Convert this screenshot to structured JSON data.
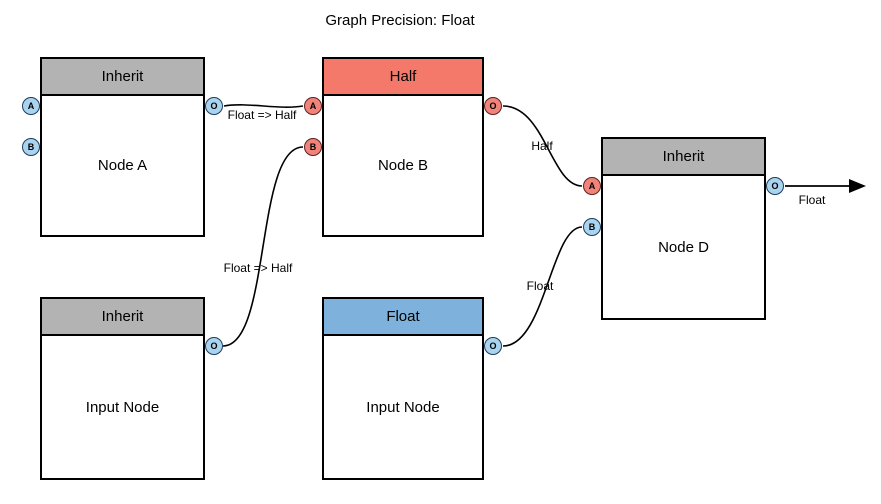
{
  "title": "Graph Precision: Float",
  "colors": {
    "inherit_header": "#b3b3b3",
    "half_header": "#f4796b",
    "float_header": "#7eb2dd",
    "port_blue": "#a9d3ee",
    "port_red": "#f0837a",
    "edge": "#000000"
  },
  "nodes": [
    {
      "id": "node-a",
      "header": "Inherit",
      "label": "Node A",
      "ports": [
        {
          "label": "A",
          "color": "blue",
          "side": "left"
        },
        {
          "label": "B",
          "color": "blue",
          "side": "left"
        },
        {
          "label": "O",
          "color": "blue",
          "side": "right"
        }
      ]
    },
    {
      "id": "node-b",
      "header": "Half",
      "label": "Node B",
      "ports": [
        {
          "label": "A",
          "color": "red",
          "side": "left"
        },
        {
          "label": "B",
          "color": "red",
          "side": "left"
        },
        {
          "label": "O",
          "color": "red",
          "side": "right"
        }
      ]
    },
    {
      "id": "node-d",
      "header": "Inherit",
      "label": "Node D",
      "ports": [
        {
          "label": "A",
          "color": "red",
          "side": "left"
        },
        {
          "label": "B",
          "color": "blue",
          "side": "left"
        },
        {
          "label": "O",
          "color": "blue",
          "side": "right"
        }
      ]
    },
    {
      "id": "input-node-1",
      "header": "Inherit",
      "label": "Input Node",
      "ports": [
        {
          "label": "O",
          "color": "blue",
          "side": "right"
        }
      ]
    },
    {
      "id": "input-node-2",
      "header": "Float",
      "label": "Input Node",
      "ports": [
        {
          "label": "O",
          "color": "blue",
          "side": "right"
        }
      ]
    }
  ],
  "edges": [
    {
      "from": "Node A.O",
      "to": "Node B.A",
      "label": "Float => Half"
    },
    {
      "from": "Input Node.O",
      "to": "Node B.B",
      "label": "Float => Half"
    },
    {
      "from": "Node B.O",
      "to": "Node D.A",
      "label": "Half"
    },
    {
      "from": "Input Node.O",
      "to": "Node D.B",
      "label": "Float"
    },
    {
      "from": "Node D.O",
      "to": "graph-output",
      "label": "Float"
    }
  ]
}
